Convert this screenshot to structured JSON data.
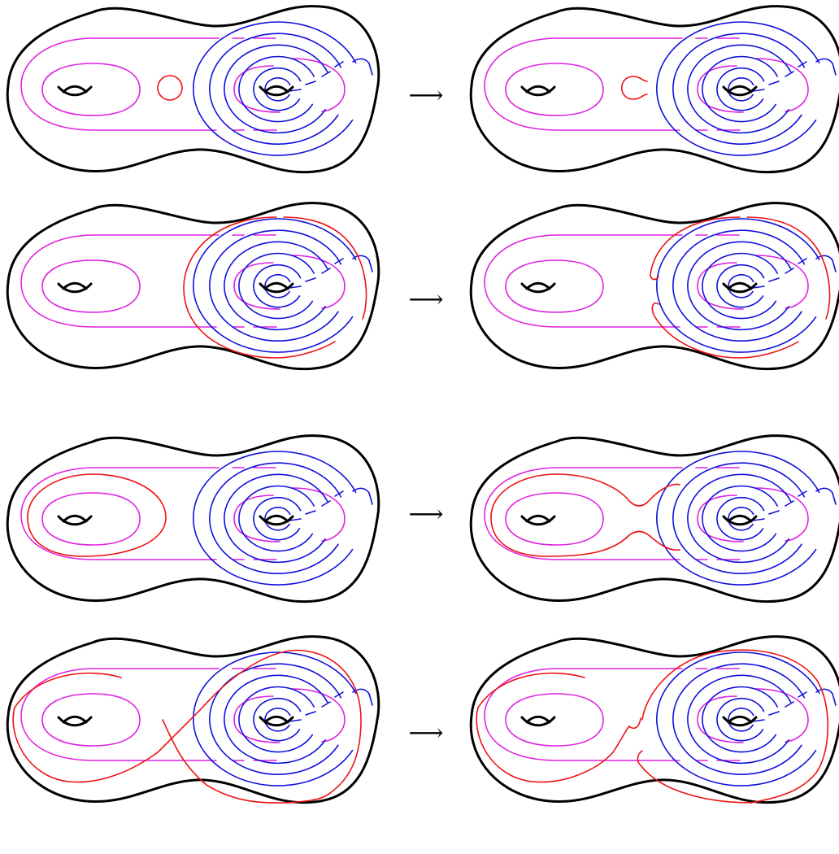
{
  "figure": {
    "rows": [
      {
        "id": "row-1",
        "arrow": "⟶",
        "variant": "small-circle"
      },
      {
        "id": "row-2",
        "arrow": "⟶",
        "variant": "large-arc"
      },
      {
        "id": "row-3",
        "arrow": "⟶",
        "variant": "left-loop"
      },
      {
        "id": "row-4",
        "arrow": "⟶",
        "variant": "figure-eight"
      }
    ]
  },
  "colors": {
    "outline": "#000000",
    "magenta": "#e020e0",
    "blue": "#1010dd",
    "red": "#ee1111"
  }
}
